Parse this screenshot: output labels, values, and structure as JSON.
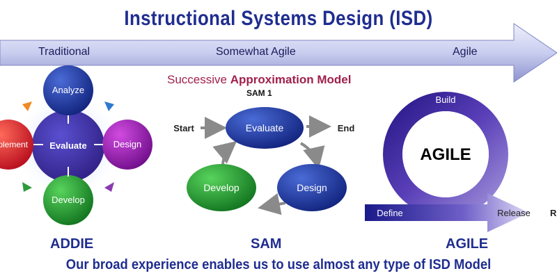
{
  "title": "Instructional Systems Design (ISD)",
  "spectrum": {
    "traditional": "Traditional",
    "somewhat_agile": "Somewhat Agile",
    "agile": "Agile"
  },
  "addie": {
    "center": "Evaluate",
    "top": "Analyze",
    "left": "Implement",
    "right": "Design",
    "bottom": "Develop",
    "label": "ADDIE"
  },
  "sam": {
    "heading_prefix": "Successive ",
    "heading_bold": "Approximation Model",
    "subheading": "SAM 1",
    "start": "Start",
    "end": "End",
    "evaluate": "Evaluate",
    "design": "Design",
    "develop": "Develop",
    "label": "SAM"
  },
  "agile": {
    "center": "AGILE",
    "build": "Build",
    "define": "Define",
    "release": "Release",
    "edge_letter": "R",
    "label": "AGILE"
  },
  "tagline": "Our broad experience enables us to use almost any type of ISD Model"
}
